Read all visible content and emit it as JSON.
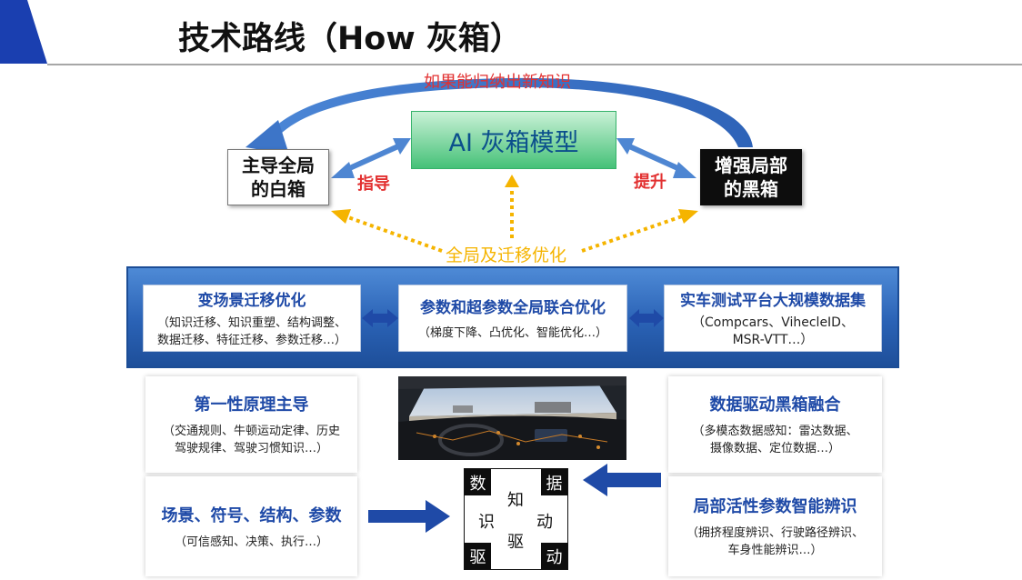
{
  "header": {
    "title": "技术路线（How 灰箱）"
  },
  "top": {
    "loop_label": "如果能归纳出新知识",
    "ai_model": "AI 灰箱模型",
    "white_box": {
      "line1": "主导全局",
      "line2": "的白箱"
    },
    "black_box": {
      "line1": "增强局部",
      "line2": "的黑箱"
    },
    "guide_label": "指导",
    "lift_label": "提升",
    "global_label": "全局及迁移优化"
  },
  "band": {
    "cards": [
      {
        "title": "变场景迁移优化",
        "line1": "（知识迁移、知识重塑、结构调整、",
        "line2": "数据迁移、特征迁移、参数迁移…）"
      },
      {
        "title": "参数和超参数全局联合优化",
        "line1": "（梯度下降、凸优化、智能优化…）",
        "line2": ""
      },
      {
        "title": "实车测试平台大规模数据集",
        "line1": "（Compcars、VihecleID、",
        "line2": "MSR-VTT…）"
      }
    ]
  },
  "panels": {
    "first_principle": {
      "title": "第一性原理主导",
      "line1": "（交通规则、牛顿运动定律、历史",
      "line2": "驾驶规律、驾驶习惯知识…）"
    },
    "scene": {
      "title": "场景、符号、结构、参数",
      "line1": "（可信感知、决策、执行…）"
    },
    "data_driven": {
      "title": "数据驱动黑箱融合",
      "line1": "（多模态数据感知：雷达数据、",
      "line2": "摄像数据、定位数据…）"
    },
    "local_param": {
      "title": "局部活性参数智能辨识",
      "line1": "（拥挤程度辨识、行驶路径辨识、",
      "line2": "车身性能辨识…）"
    }
  },
  "matrix": {
    "shu": "数",
    "ju": "据",
    "qu_bl": "驱",
    "dong_br": "动",
    "zhi": "知",
    "shi": "识",
    "qu_c": "驱",
    "dong_r": "动"
  },
  "colors": {
    "accent_blue": "#1f4aa7",
    "red_label": "#e23030",
    "gold": "#f5b400",
    "green": "#45c178"
  }
}
